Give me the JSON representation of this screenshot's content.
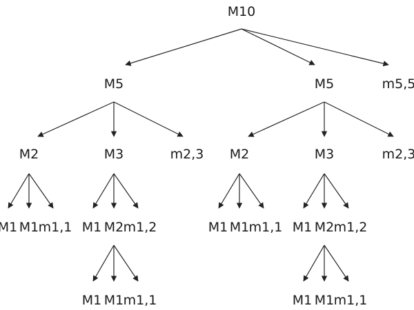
{
  "tree": {
    "root": "M10",
    "level1": [
      "M5",
      "M5",
      "m5,5"
    ],
    "left_subtree": {
      "children": [
        "M2",
        "M3",
        "m2,3"
      ],
      "m2_leaves": [
        "M1",
        "M1",
        "m1,1"
      ],
      "m3_children": [
        "M1",
        "M2",
        "m1,2"
      ],
      "m3_m2_leaves": [
        "M1",
        "M1",
        "m1,1"
      ]
    },
    "right_subtree": {
      "children": [
        "M2",
        "M3",
        "m2,3"
      ],
      "m2_leaves": [
        "M1",
        "M1",
        "m1,1"
      ],
      "m3_children": [
        "M1",
        "M2",
        "m1,2"
      ],
      "m3_m2_leaves": [
        "M1",
        "M1",
        "m1,1"
      ]
    }
  }
}
